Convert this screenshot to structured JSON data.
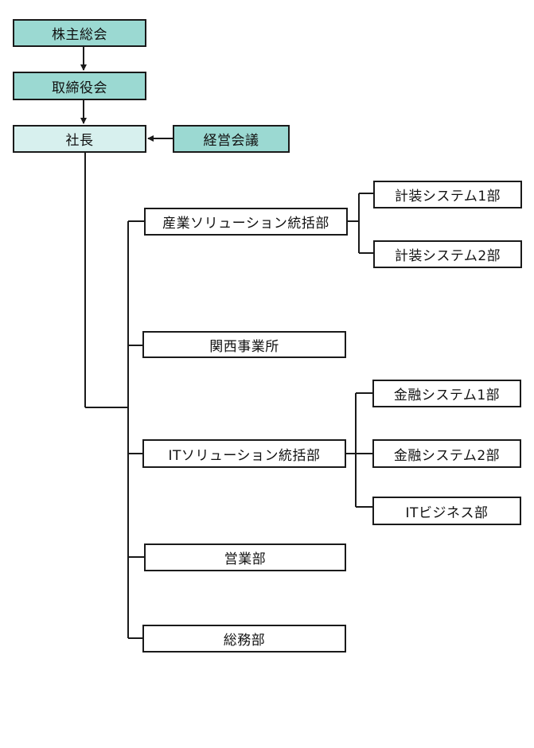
{
  "colors": {
    "top_fill": "#9bd9d2",
    "president_fill": "#d7f0ee",
    "box_fill": "#ffffff",
    "line": "#1a1a1a"
  },
  "nodes": {
    "shareholders_meeting": "株主総会",
    "board_of_directors": "取締役会",
    "president": "社長",
    "management_council": "経営会議",
    "industrial_solutions_hq": "産業ソリューション統括部",
    "instrumentation_1": "計装システム1部",
    "instrumentation_2": "計装システム2部",
    "kansai_office": "関西事業所",
    "it_solutions_hq": "ITソリューション統括部",
    "finance_1": "金融システム1部",
    "finance_2": "金融システム2部",
    "it_business": "ITビジネス部",
    "sales": "営業部",
    "general_affairs": "総務部"
  }
}
